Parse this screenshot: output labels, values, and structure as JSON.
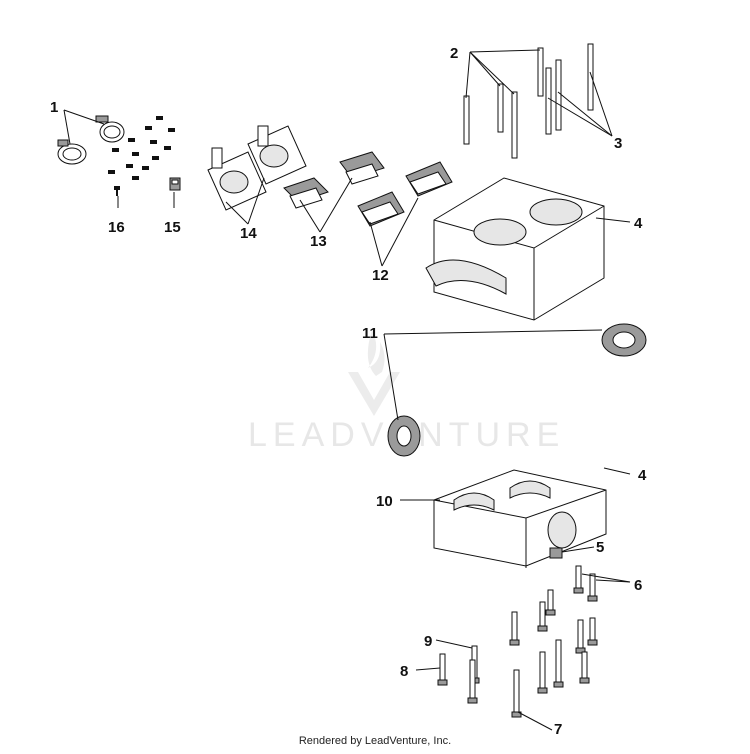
{
  "diagram": {
    "callouts": [
      "1",
      "2",
      "3",
      "4",
      "4",
      "5",
      "6",
      "7",
      "8",
      "9",
      "10",
      "11",
      "12",
      "13",
      "14",
      "15",
      "16"
    ],
    "watermark": "LEADVENTURE",
    "footer": "Rendered by LeadVenture, Inc."
  }
}
